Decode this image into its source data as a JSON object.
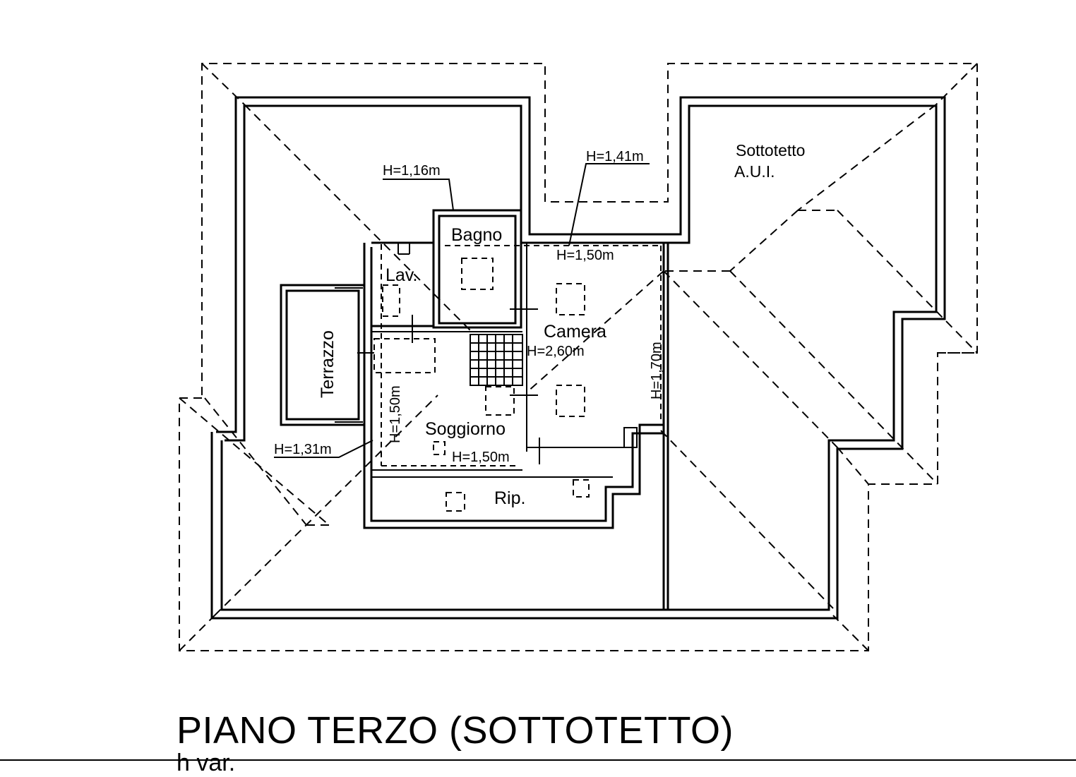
{
  "plan": {
    "title": "PIANO TERZO (SOTTOTETTO)",
    "subtitle": "h var.",
    "rooms": {
      "bagno": "Bagno",
      "lav": "Lav.",
      "camera": "Camera",
      "terrazzo": "Terrazzo",
      "soggiorno": "Soggiorno",
      "rip": "Rip.",
      "sottotetto_line1": "Sottotetto",
      "sottotetto_line2": "A.U.I."
    },
    "heights": {
      "h116": "H=1,16m",
      "h141": "H=1,41m",
      "h150_camera": "H=1,50m",
      "h260": "H=2,60m",
      "h170": "H=1,70m",
      "h150_soggiorno_vertical": "H=1,50m",
      "h131": "H=1,31m",
      "h150_soggiorno_bottom": "H=1,50m"
    }
  }
}
